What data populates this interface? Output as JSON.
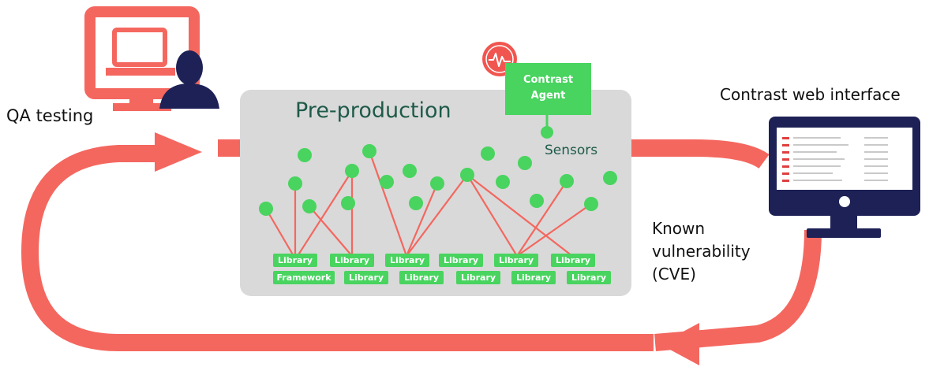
{
  "qa_label": "QA testing",
  "web_interface_label": "Contrast web interface",
  "cve_label_lines": [
    "Known",
    "vulnerability",
    "(CVE)"
  ],
  "preprod_title": "Pre-production",
  "agent_label_lines": [
    "Contrast",
    "Agent"
  ],
  "sensors_label": "Sensors",
  "libraries_row1": [
    "Library",
    "Library",
    "Library",
    "Library",
    "Library",
    "Library"
  ],
  "libraries_row2": [
    "Framework",
    "Library",
    "Library",
    "Library",
    "Library",
    "Library"
  ],
  "colors": {
    "flow_arrow": "#f4675f",
    "node_green": "#48d45f",
    "panel_gray": "#d9d9d9",
    "monitor_navy": "#1d2156",
    "title_green": "#1e5a49"
  },
  "icons": {
    "qa": "monitor-with-laptop-and-person-icon",
    "agent": "heartbeat-pulse-icon",
    "web": "desktop-monitor-icon"
  }
}
